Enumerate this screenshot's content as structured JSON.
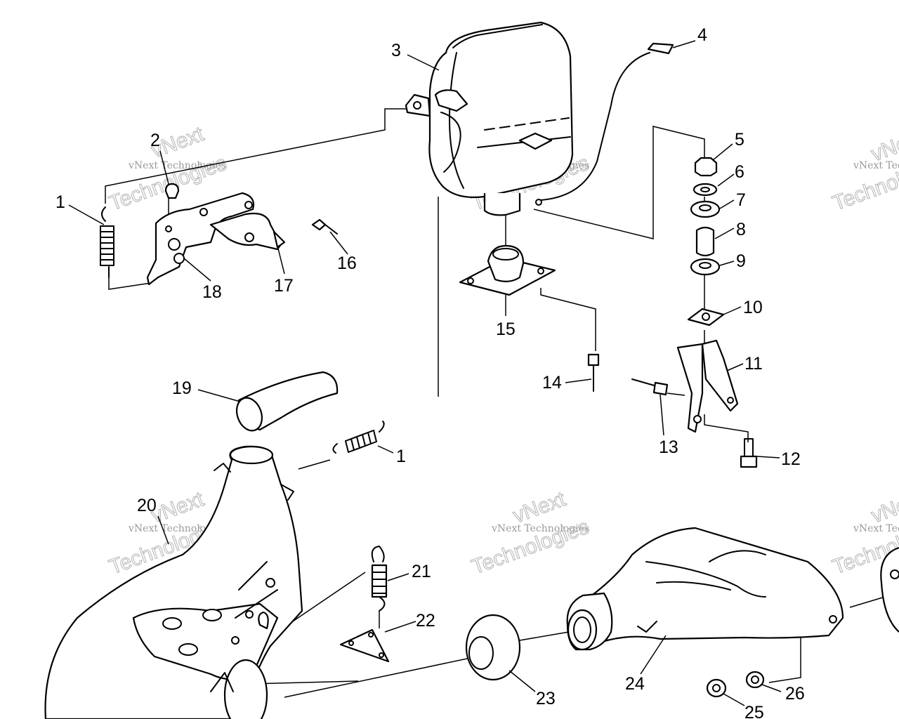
{
  "callouts": [
    "1",
    "2",
    "3",
    "4",
    "5",
    "6",
    "7",
    "8",
    "9",
    "10",
    "11",
    "12",
    "13",
    "14",
    "15",
    "16",
    "17",
    "18",
    "19",
    "1",
    "20",
    "21",
    "22",
    "23",
    "24",
    "25",
    "26"
  ],
  "watermark": {
    "line1": "vNext Technologies",
    "big": "vNext",
    "big2": "Technologies"
  }
}
